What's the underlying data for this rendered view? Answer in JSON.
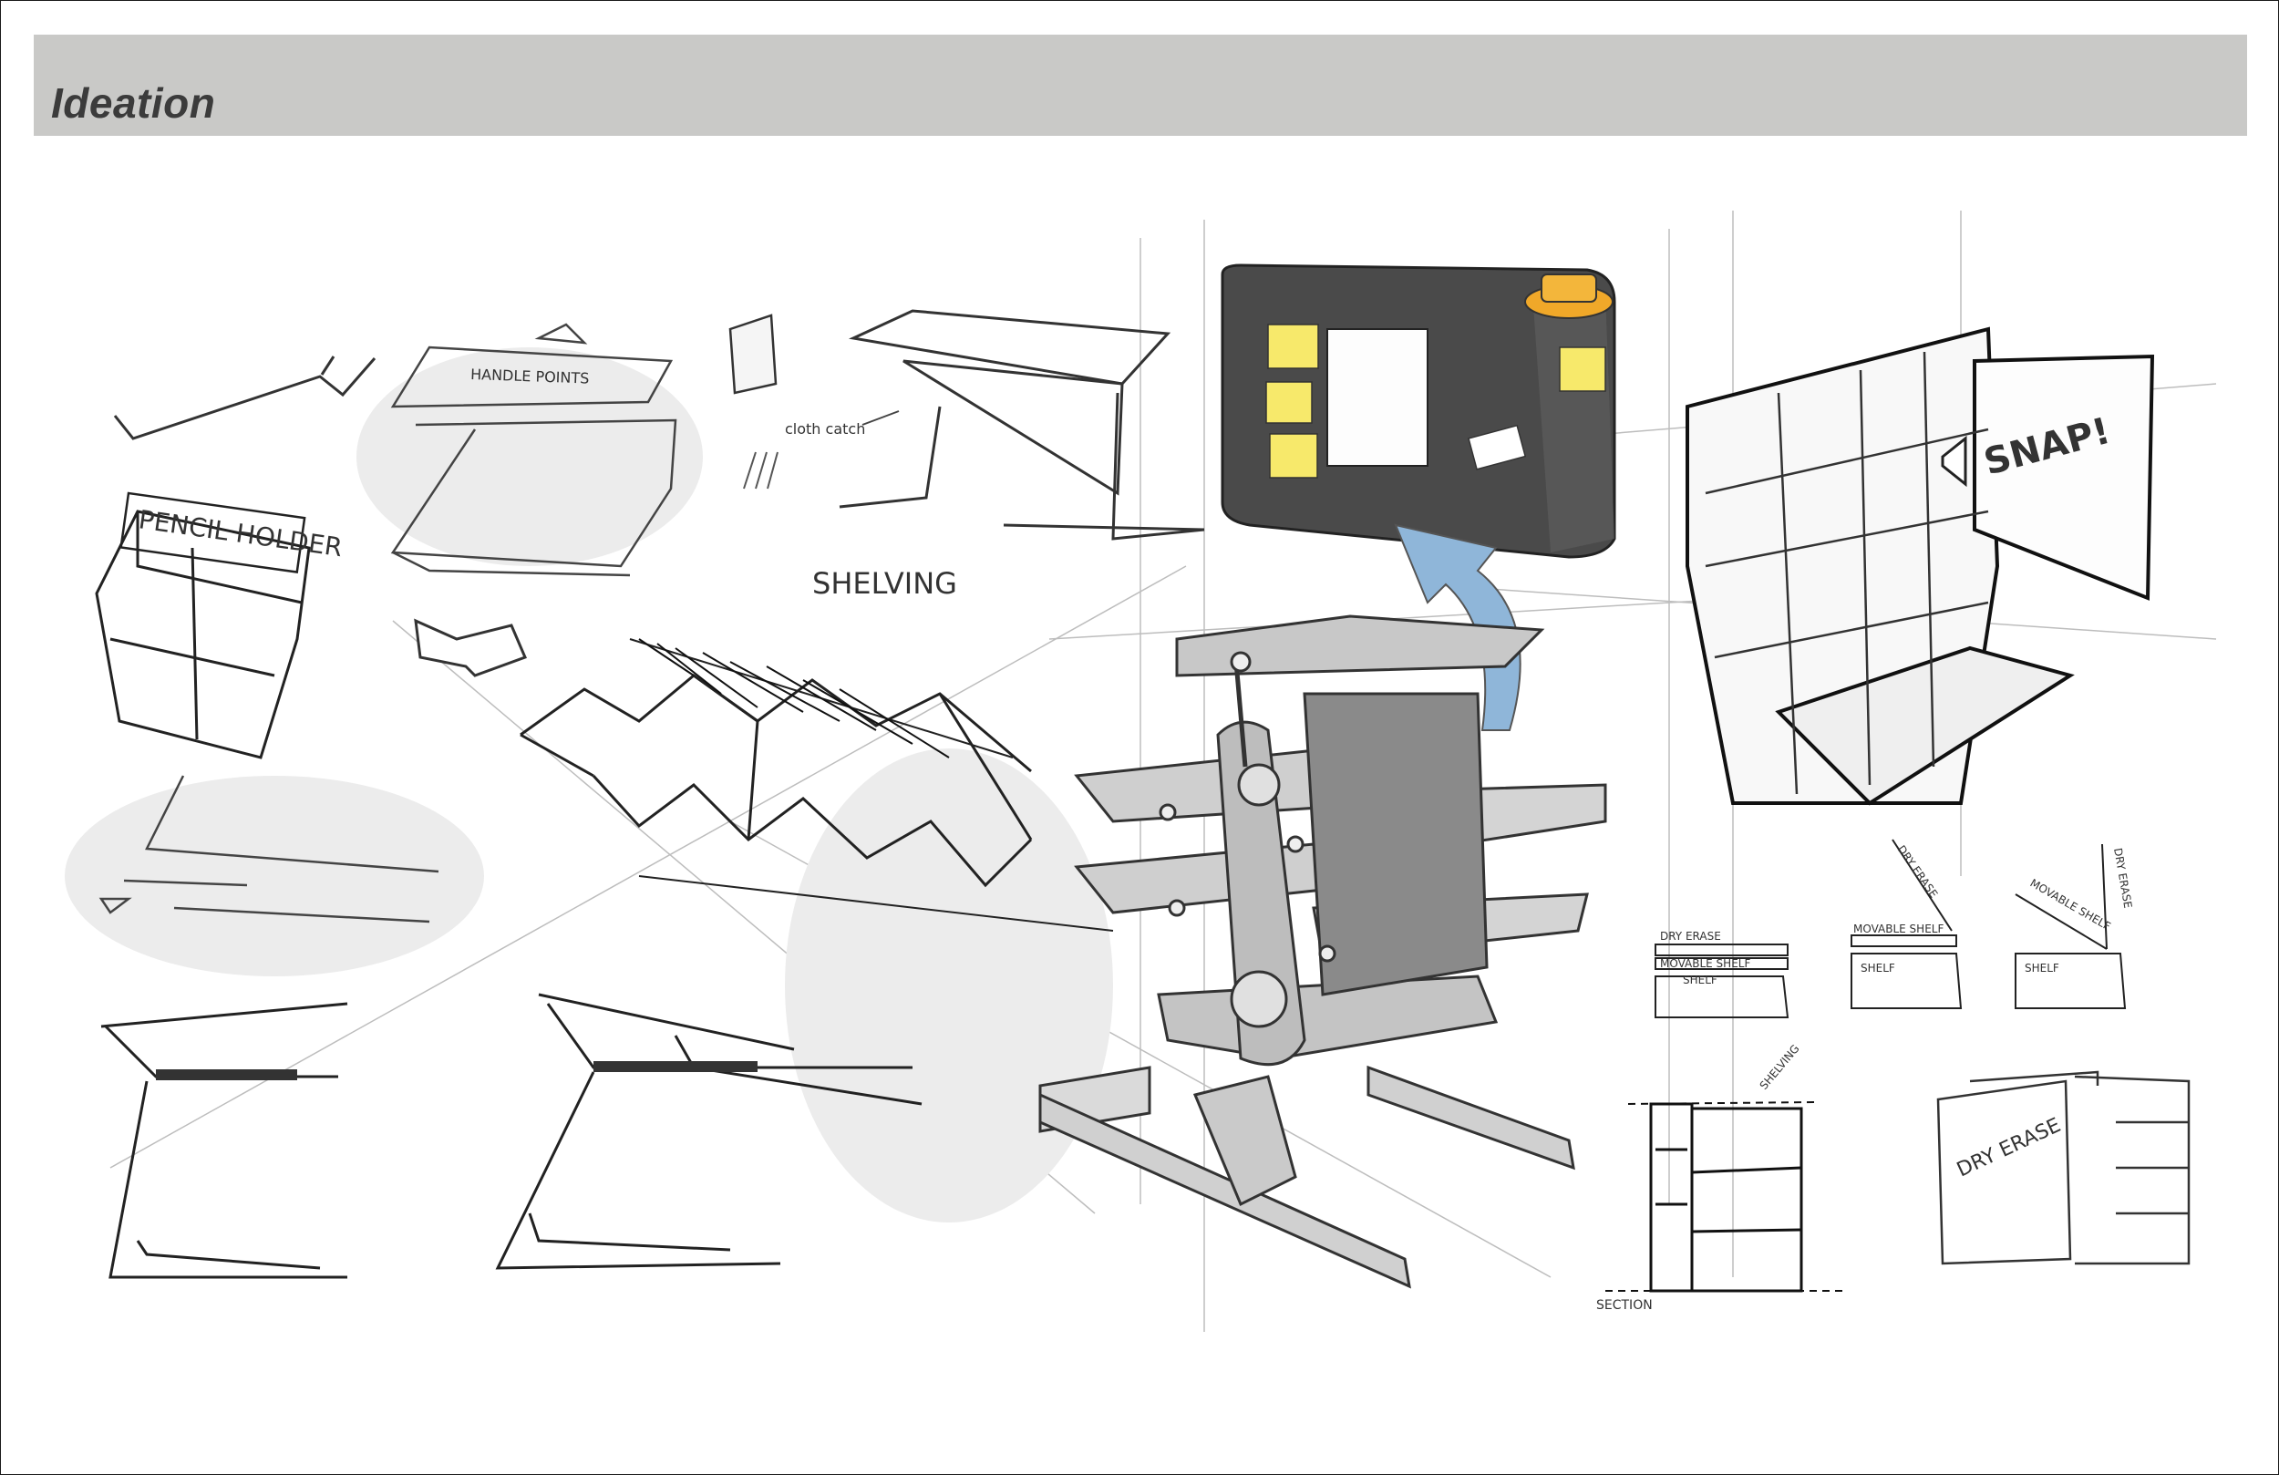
{
  "header": {
    "title": "Ideation"
  },
  "annotations": {
    "pencil_holder": "PENCIL HOLDER",
    "shelving": "SHELVING",
    "cloth_catch": "cloth catch",
    "snap": "SNAP!",
    "dry_erase_1": "DRY ERASE",
    "movable_shelf_1": "MOVABLE SHELF",
    "shelf_1": "SHELF",
    "dry_erase_2": "DRY ERASE",
    "movable_shelf_2": "MOVABLE SHELF",
    "shelf_2": "SHELF",
    "movable_shelf_3": "MOVABLE SHELF",
    "dry_erase_3": "DRY ERASE",
    "shelf_3": "SHELF",
    "shelving_small": "SHELVING",
    "section": "SECTION",
    "dry_erase_panel": "DRY ERASE"
  },
  "colors": {
    "header_bg": "#c9c9c7",
    "header_text": "#3b3b3b",
    "arrow_blue": "#8fb6d9",
    "sticky_yellow": "#f7e96b",
    "knob_orange": "#f0a829",
    "dark_body": "#4a4a4a"
  }
}
